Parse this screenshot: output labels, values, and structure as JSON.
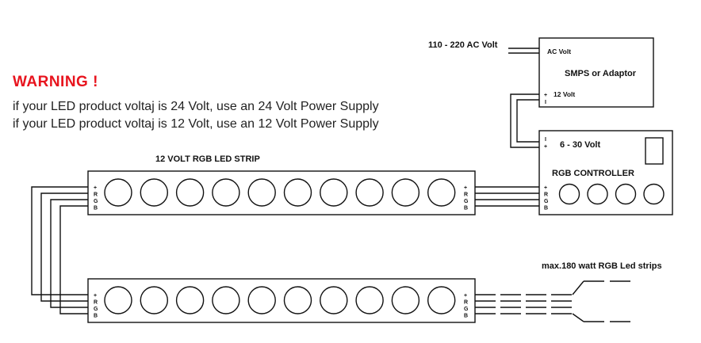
{
  "warning": {
    "title": "WARNING !",
    "line1": "if your LED product voltaj is 24 Volt, use an 24 Volt Power Supply",
    "line2": "if your LED product voltaj is 12 Volt, use an 12 Volt Power Supply"
  },
  "input": {
    "label": "110 - 220 AC Volt"
  },
  "smps": {
    "ac_label": "AC Volt",
    "title": "SMPS or Adaptor",
    "out_plus": "+",
    "out_minus": "I",
    "out_label": "12 Volt"
  },
  "controller": {
    "in_minus": "I",
    "in_plus": "+",
    "voltage_label": "6 - 30 Volt",
    "title": "RGB CONTROLLER",
    "pins": [
      "+",
      "R",
      "G",
      "B"
    ],
    "button_count": 4
  },
  "strip_top": {
    "label": "12 VOLT RGB LED STRIP",
    "pins": [
      "+",
      "R",
      "G",
      "B"
    ],
    "led_count": 10
  },
  "strip_bottom": {
    "pins": [
      "+",
      "R",
      "G",
      "B"
    ],
    "led_count": 10
  },
  "extension": {
    "label": "max.180 watt RGB Led strips"
  }
}
